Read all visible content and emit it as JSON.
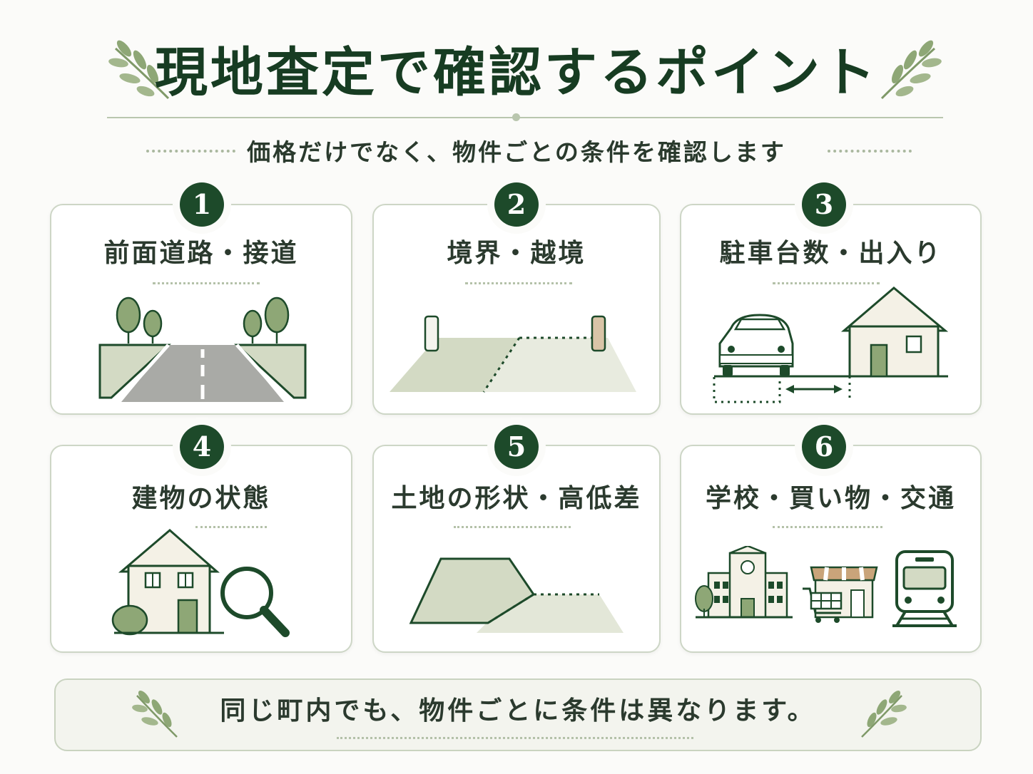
{
  "header": {
    "title": "現地査定で確認するポイント",
    "subtitle": "価格だけでなく、物件ごとの条件を確認します"
  },
  "cards": [
    {
      "number": "1",
      "title": "前面道路・接道",
      "icon": "road-with-trees-icon"
    },
    {
      "number": "2",
      "title": "境界・越境",
      "icon": "boundary-markers-icon"
    },
    {
      "number": "3",
      "title": "駐車台数・出入り",
      "icon": "car-and-house-parking-icon"
    },
    {
      "number": "4",
      "title": "建物の状態",
      "icon": "house-with-magnifier-icon"
    },
    {
      "number": "5",
      "title": "土地の形状・高低差",
      "icon": "land-elevation-icon"
    },
    {
      "number": "6",
      "title": "学校・買い物・交通",
      "icon": "school-shop-train-icon"
    }
  ],
  "footer": {
    "text": "同じ町内でも、物件ごとに条件は異なります。"
  },
  "colors": {
    "primary_green": "#1d4a2a",
    "title_green": "#173c22",
    "land_green": "#d3dac4",
    "accent_green": "#7f9968",
    "background": "#fbfbf9"
  }
}
